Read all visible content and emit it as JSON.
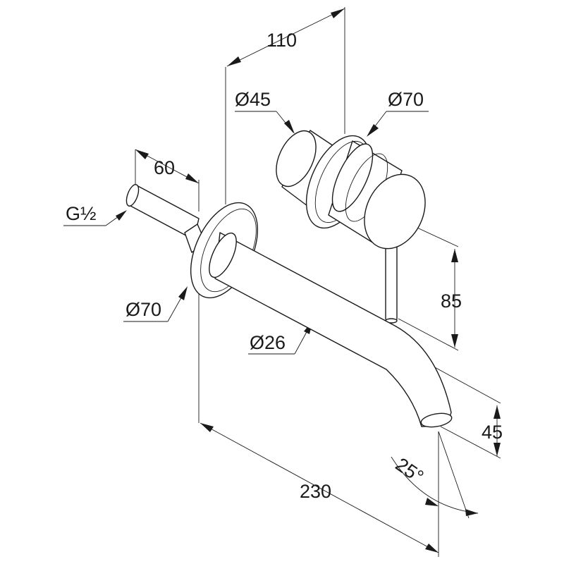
{
  "dimensions": {
    "dim_110": "110",
    "dia_45": "Ø45",
    "dia_70_cartridge": "Ø70",
    "dim_60": "60",
    "thread": "G½",
    "dia_70_spout": "Ø70",
    "dim_85": "85",
    "dia_26": "Ø26",
    "dim_45": "45",
    "angle_25": "25°",
    "dim_230": "230"
  },
  "colors": {
    "line": "#1a1a1a",
    "background": "#ffffff"
  }
}
